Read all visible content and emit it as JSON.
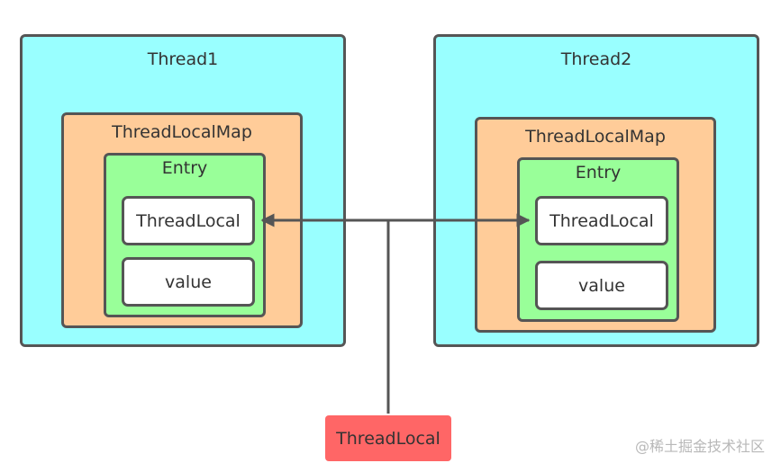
{
  "thread1": {
    "title": "Thread1",
    "map_label": "ThreadLocalMap",
    "entry_label": "Entry",
    "key_label": "ThreadLocal",
    "value_label": "value"
  },
  "thread2": {
    "title": "Thread2",
    "map_label": "ThreadLocalMap",
    "entry_label": "Entry",
    "key_label": "ThreadLocal",
    "value_label": "value"
  },
  "threadlocal_node": {
    "label": "ThreadLocal"
  },
  "watermark": "@稀土掘金技术社区",
  "colors": {
    "thread": "#99ffff",
    "map": "#ffcc99",
    "entry": "#99ff99",
    "threadlocal_node": "#ff6666",
    "connector": "#555555"
  }
}
